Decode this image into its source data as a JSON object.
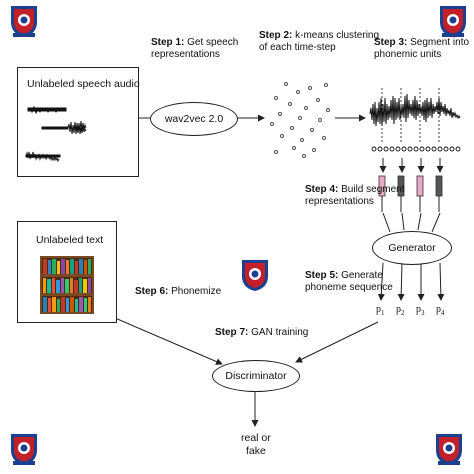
{
  "boxes": {
    "audio_title": "Unlabeled speech audio",
    "text_title": "Unlabeled text"
  },
  "nodes": {
    "wav2vec": "wav2vec 2.0",
    "generator": "Generator",
    "discriminator": "Discriminator"
  },
  "steps": [
    {
      "num": "Step 1:",
      "text1": "Get speech",
      "text2": "representations"
    },
    {
      "num": "Step 2:",
      "text1": "k-means clustering",
      "text2": "of each time-step"
    },
    {
      "num": "Step 3:",
      "text1": "Segment into",
      "text2": "phonemic units"
    },
    {
      "num": "Step 4:",
      "text1": "Build segment",
      "text2": "representations"
    },
    {
      "num": "Step 5:",
      "text1": "Generate",
      "text2": "phoneme sequence"
    },
    {
      "num": "Step 6:",
      "text1": "Phonemize",
      "text2": ""
    },
    {
      "num": "Step 7:",
      "text1": "GAN training",
      "text2": ""
    }
  ],
  "phonemes": [
    {
      "base": "p",
      "sub": "1"
    },
    {
      "base": "p",
      "sub": "2"
    },
    {
      "base": "p",
      "sub": "3"
    },
    {
      "base": "p",
      "sub": "4"
    }
  ],
  "output": {
    "line1": "real or",
    "line2": "fake"
  },
  "colors": {
    "logo_blue": "#1d3f8f",
    "logo_red": "#c4202a",
    "segment_pink": "#e9a8c6",
    "segment_dark": "#555555"
  },
  "icons": [
    "university-crest-icon",
    "waveform-icon",
    "bookshelf-icon",
    "scatter-dots-icon"
  ]
}
